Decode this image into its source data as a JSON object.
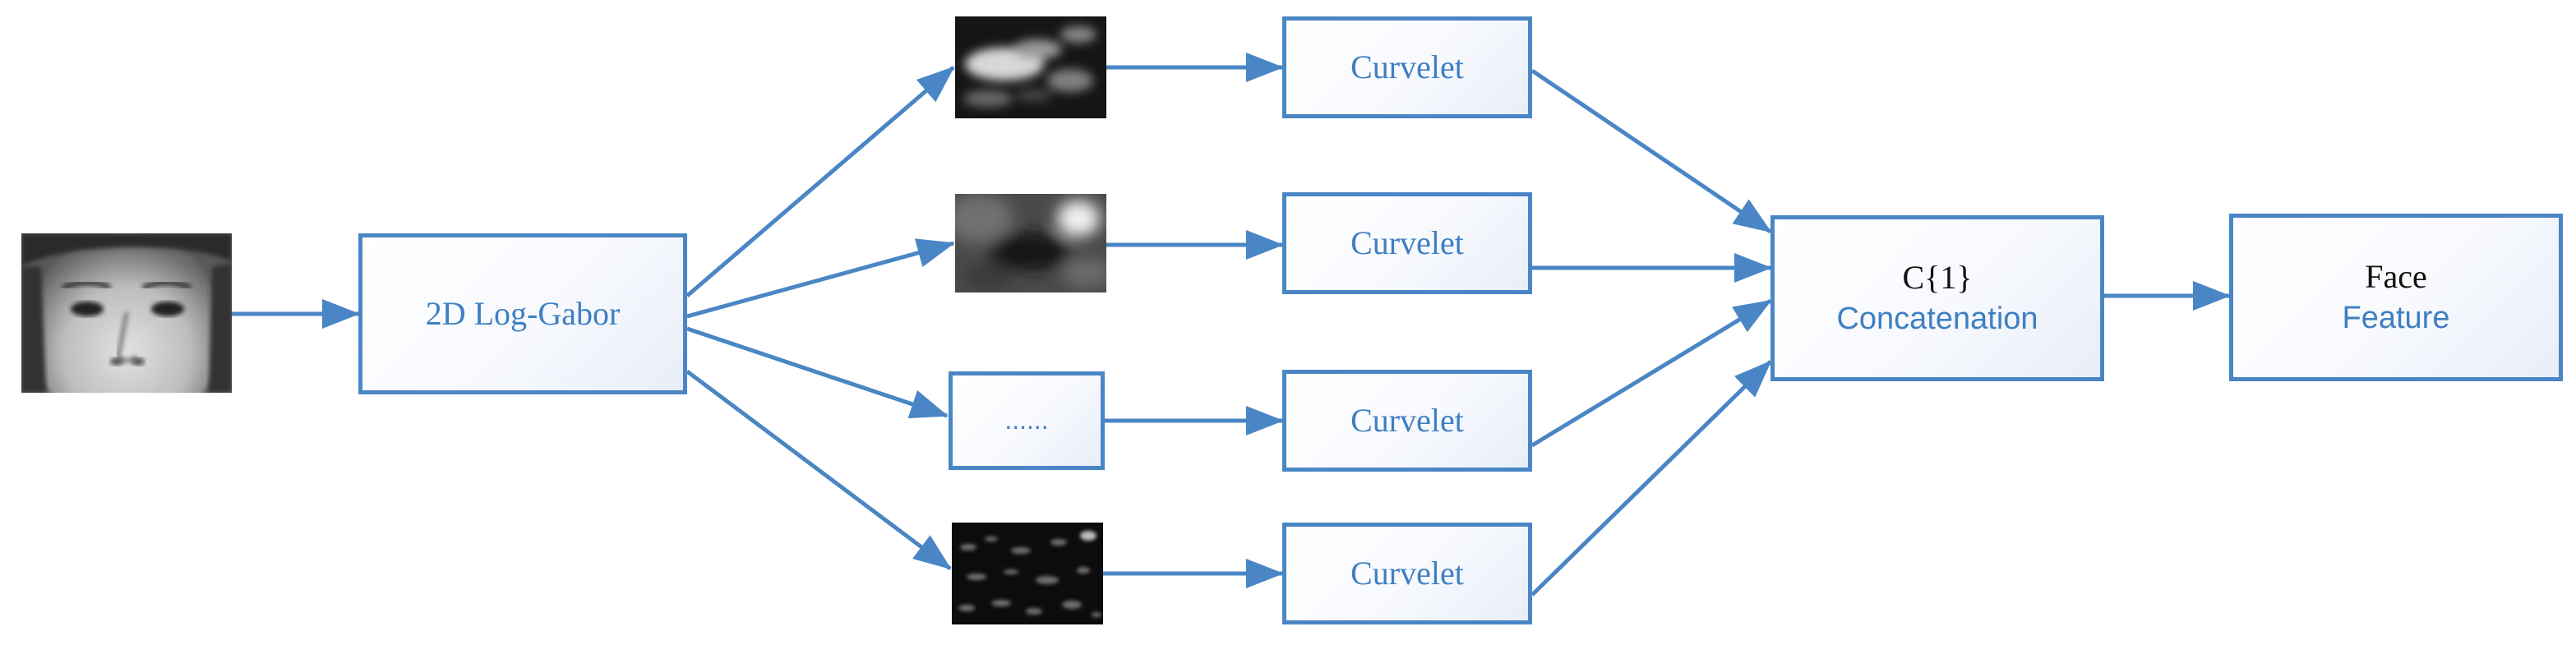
{
  "diagram": {
    "log_gabor_label": "2D Log-Gabor",
    "curvelet_label": "Curvelet",
    "ellipsis_label": "......",
    "concat_line1": "C{1}",
    "concat_line2": "Concatenation",
    "face_line1": "Face",
    "face_line2": "Feature"
  },
  "colors": {
    "arrow": "#4a86c5",
    "text": "#3f7fc1"
  },
  "icons": {
    "input_face": "face-photo",
    "subbands": [
      "gabor-response-image",
      "gabor-response-image",
      "gabor-response-image"
    ]
  }
}
